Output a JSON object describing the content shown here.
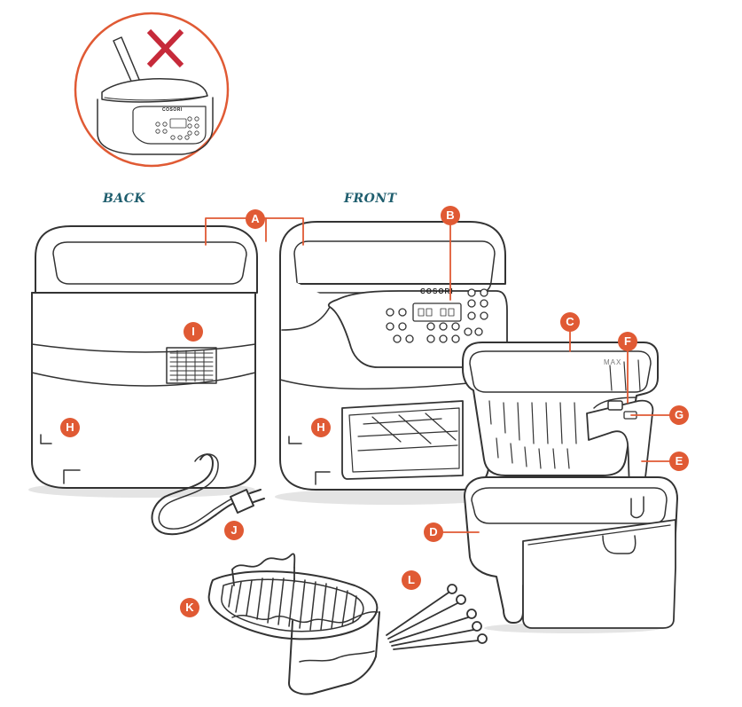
{
  "labels": {
    "back": "BACK",
    "front": "FRONT",
    "brand": "COSORI",
    "max": "MAX"
  },
  "callouts": {
    "a": "A",
    "b": "B",
    "c": "C",
    "d": "D",
    "e": "E",
    "f": "F",
    "g": "G",
    "h": "H",
    "i": "I",
    "j": "J",
    "k": "K",
    "l": "L"
  },
  "colors": {
    "accent": "#e05a34",
    "label_teal": "#1f5e6e",
    "line": "#333333",
    "shadow": "#e4e4e4"
  }
}
